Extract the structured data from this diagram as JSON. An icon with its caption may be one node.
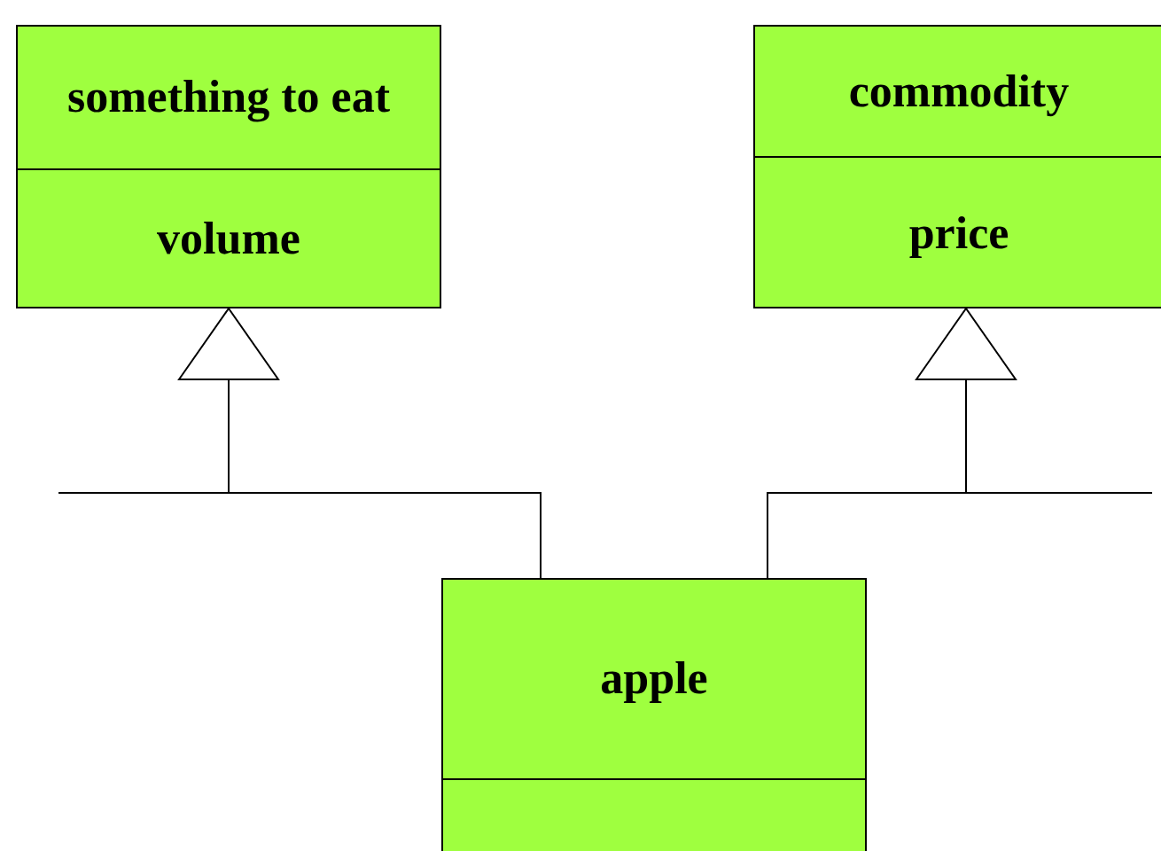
{
  "diagram": {
    "nodes": [
      {
        "text": [
          "something to eat",
          "volume"
        ]
      },
      {
        "text": [
          "commodity",
          "price"
        ]
      },
      {
        "text": [
          "apple"
        ]
      }
    ],
    "edges": [
      {
        "from": 2,
        "to": 0,
        "arrow": "to"
      },
      {
        "from": 2,
        "to": 1,
        "arrow": "to"
      }
    ]
  }
}
